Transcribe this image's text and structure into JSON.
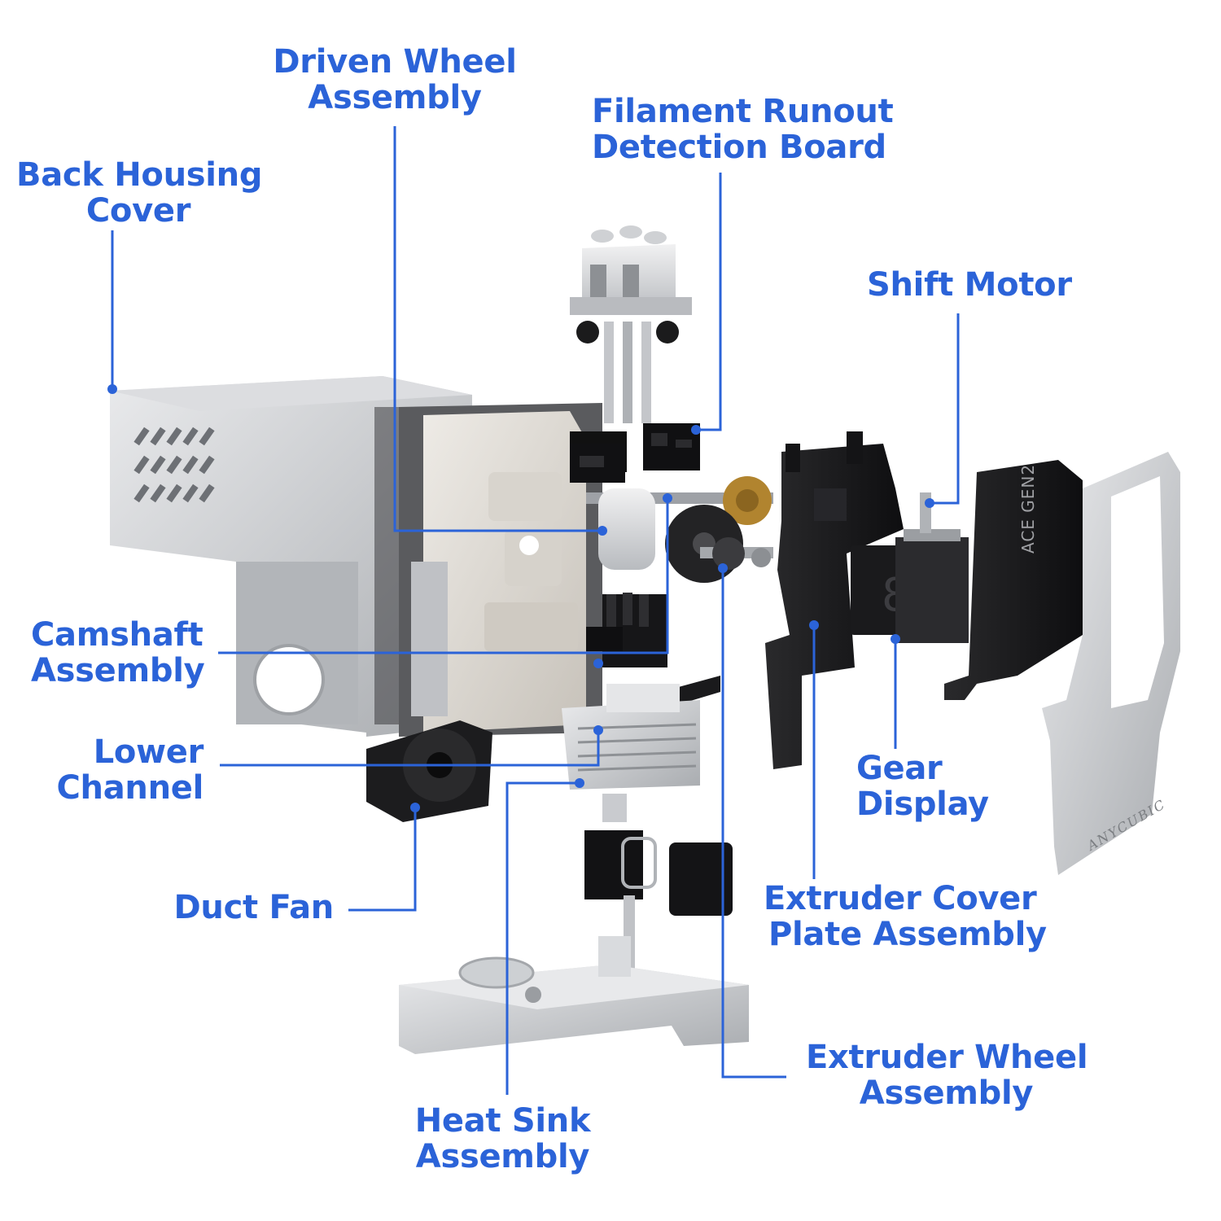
{
  "diagram": {
    "brand_logo_text": "ANYCUBIC",
    "product_mark": "ACE GEN2",
    "accent_color": "#2b63d8",
    "labels": {
      "driven_wheel": [
        "Driven Wheel",
        "Assembly"
      ],
      "filament_runout": [
        "Filament Runout",
        "Detection Board"
      ],
      "back_housing": [
        "Back Housing",
        "Cover"
      ],
      "shift_motor": [
        "Shift Motor"
      ],
      "camshaft": [
        "Camshaft",
        "Assembly"
      ],
      "lower_channel": [
        "Lower",
        "Channel"
      ],
      "gear_display": [
        "Gear",
        "Display"
      ],
      "duct_fan": [
        "Duct Fan"
      ],
      "extruder_cover": [
        "Extruder Cover",
        "Plate Assembly"
      ],
      "extruder_wheel": [
        "Extruder Wheel",
        "Assembly"
      ],
      "heat_sink": [
        "Heat Sink",
        "Assembly"
      ]
    }
  }
}
